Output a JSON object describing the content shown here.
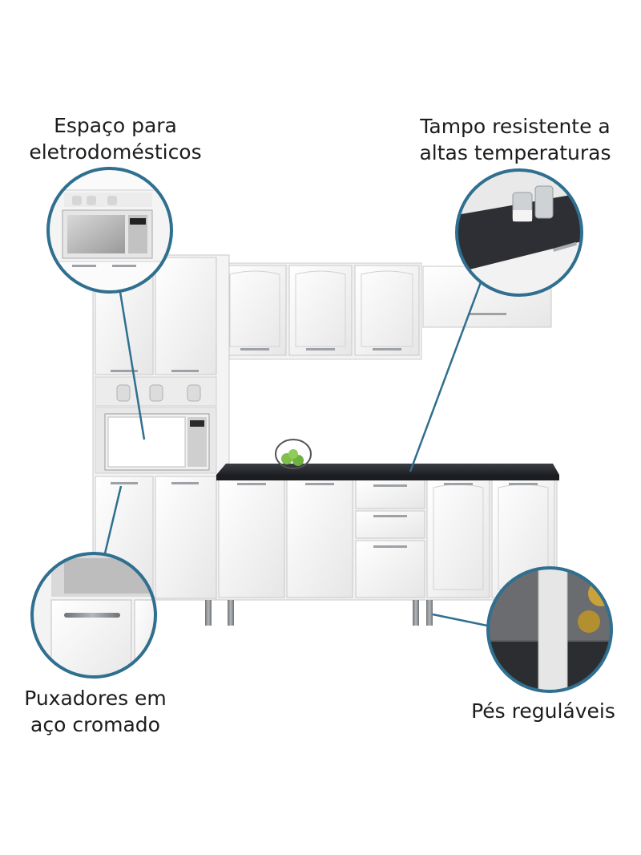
{
  "callouts": {
    "appliance_space": {
      "line1": "Espaço para",
      "line2": "eletrodomésticos"
    },
    "countertop": {
      "line1": "Tampo resistente a",
      "line2": "altas temperaturas"
    },
    "handles": {
      "line1": "Puxadores em",
      "line2": "aço cromado"
    },
    "feet": {
      "line1": "Pés reguláveis"
    }
  },
  "colors": {
    "callout_ring": "#2f6f8f",
    "leader_line": "#2f6f8f",
    "cabinet_white": "#f7f7f7",
    "countertop_granite": "#2b2d31",
    "steel_feet": "#8a8d90"
  }
}
